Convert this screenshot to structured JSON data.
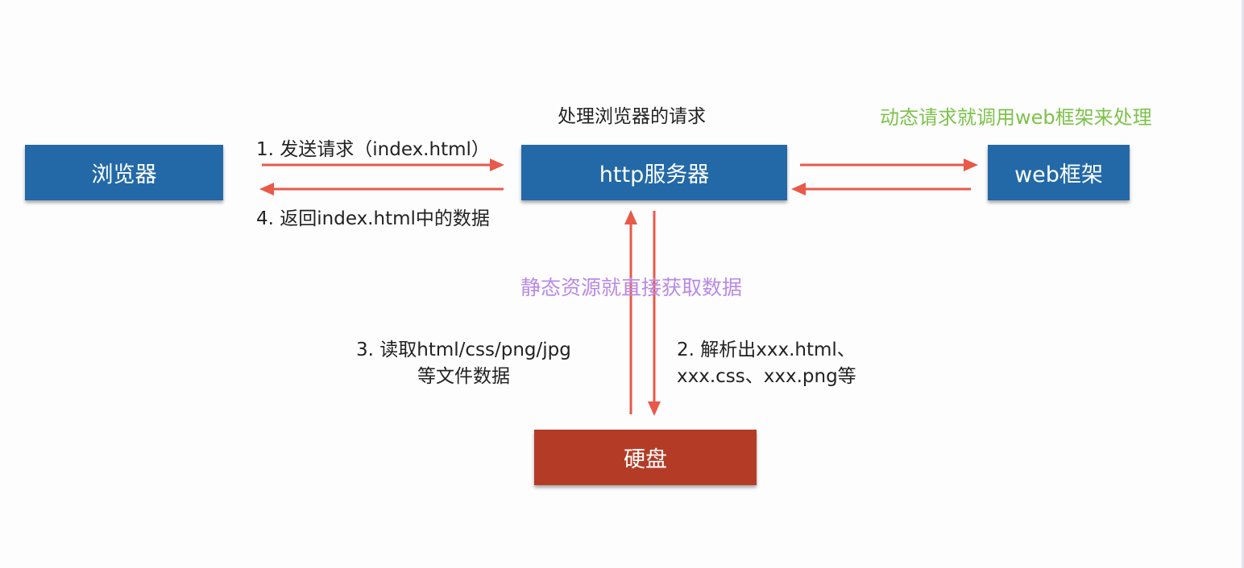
{
  "nodes": {
    "browser": "浏览器",
    "http_server": "http服务器",
    "web_framework": "web框架",
    "disk": "硬盘"
  },
  "labels": {
    "http_server_caption": "处理浏览器的请求",
    "dynamic_note": "动态请求就调用web框架来处理",
    "step1": "1. 发送请求（index.html）",
    "step4": "4. 返回index.html中的数据",
    "static_note": "静态资源就直接获取数据",
    "step3_line1": "3. 读取html/css/png/jpg",
    "step3_line2": "等文件数据",
    "step2_line1": "2. 解析出xxx.html、",
    "step2_line2": "xxx.css、xxx.png等"
  },
  "colors": {
    "node_blue": "#2369a7",
    "node_red": "#b43c27",
    "arrow": "#e8594a",
    "dynamic_note": "#7dc24b",
    "static_note": "#b98ae6"
  }
}
